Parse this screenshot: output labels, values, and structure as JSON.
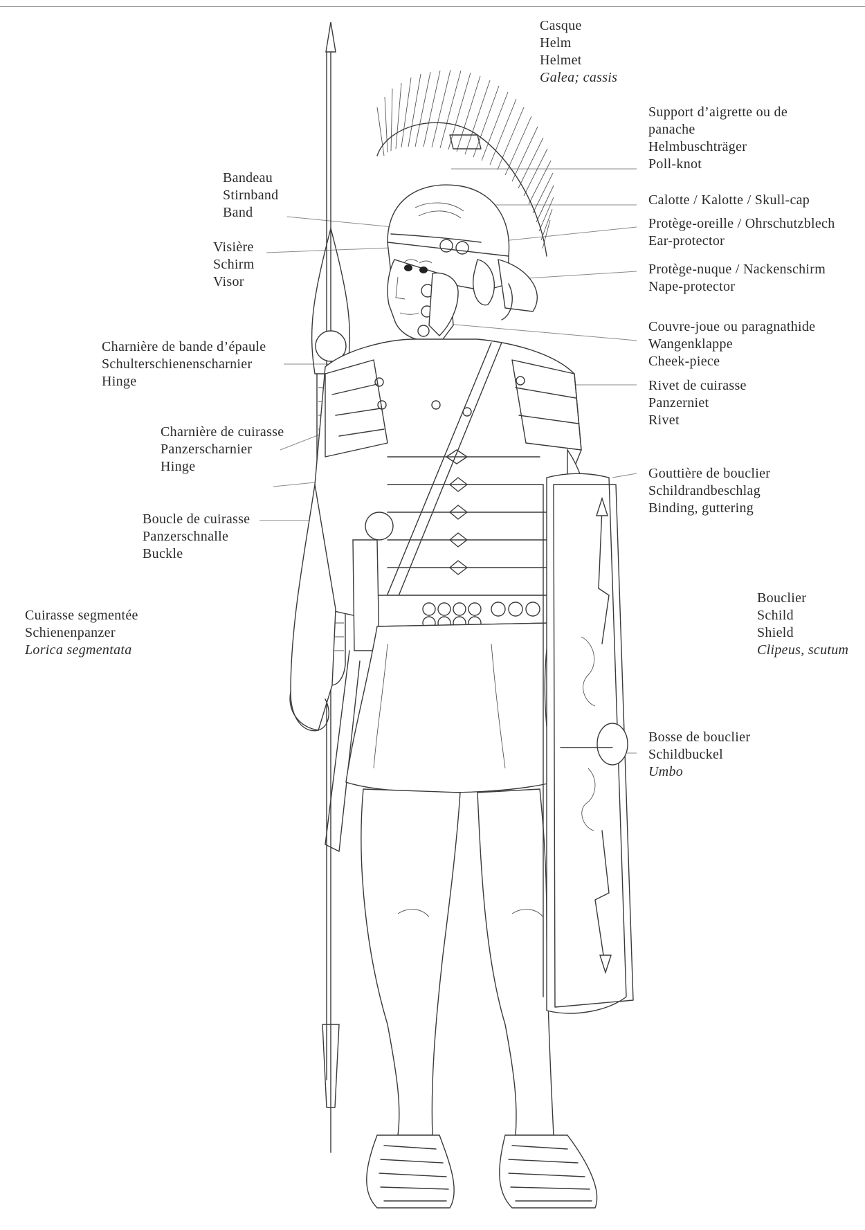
{
  "labels": {
    "helmet": [
      "Casque",
      "Helm",
      "Helmet",
      "Galea; cassis"
    ],
    "poll_knot": [
      "Support d’aigrette ou de",
      "panache",
      "Helmbuschträger",
      "Poll-knot"
    ],
    "skull_cap": [
      "Calotte / Kalotte / Skull-cap"
    ],
    "ear_protector": [
      "Protège-oreille / Ohrschutzblech",
      "Ear-protector"
    ],
    "nape_protector": [
      "Protège-nuque / Nackenschirm",
      "Nape-protector"
    ],
    "cheek_piece": [
      "Couvre-joue ou paragnathide",
      "Wangenklappe",
      "Cheek-piece"
    ],
    "rivet": [
      "Rivet de cuirasse",
      "Panzerniet",
      "Rivet"
    ],
    "shield_binding": [
      "Gouttière de bouclier",
      "Schildrandbeschlag",
      "Binding, guttering"
    ],
    "shield": [
      "Bouclier",
      "Schild",
      "Shield",
      "Clipeus, scutum"
    ],
    "shield_boss": [
      "Bosse de bouclier",
      "Schildbuckel",
      "Umbo"
    ],
    "band": [
      "Bandeau",
      "Stirnband",
      "Band"
    ],
    "visor": [
      "Visière",
      "Schirm",
      "Visor"
    ],
    "shoulder_hinge": [
      "Charnière de bande d’épaule",
      "Schulterschienenscharnier",
      "Hinge"
    ],
    "cuirass_hinge": [
      "Charnière de cuirasse",
      "Panzerscharnier",
      "Hinge"
    ],
    "cuirass_buckle": [
      "Boucle de cuirasse",
      "Panzerschnalle",
      "Buckle"
    ],
    "segmented_cuirass": [
      "Cuirasse segmentée",
      "Schienenpanzer",
      "Lorica segmentata"
    ]
  },
  "italic_lines": [
    "Galea; cassis",
    "Clipeus, scutum",
    "Umbo",
    "Lorica segmentata"
  ]
}
